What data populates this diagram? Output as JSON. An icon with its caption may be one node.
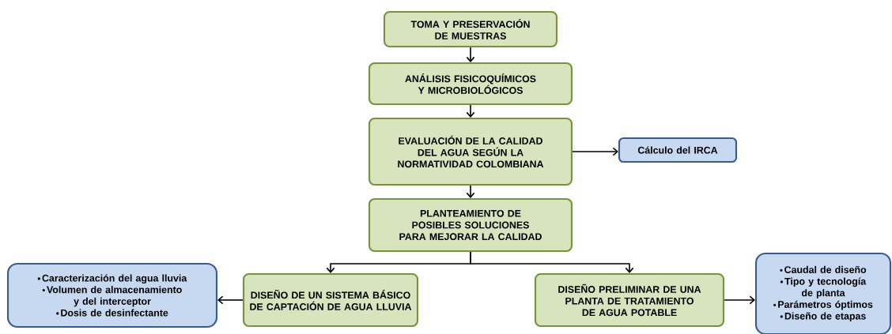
{
  "diagram": {
    "nodes": [
      {
        "text": [
          "TOMA Y PRESERVACIÓN DE MUESTRAS"
        ]
      },
      {
        "text": [
          "ANÁLISIS FISICOQUÍMICOS Y MICROBIOLÓGICOS"
        ]
      },
      {
        "text": [
          "EVALUACIÓN DE LA CALIDAD DEL AGUA SEGÚN LA NORMATIVIDAD COLOMBIANA"
        ]
      },
      {
        "text": [
          "Cálculo del IRCA"
        ]
      },
      {
        "text": [
          "PLANTEAMIENTO DE POSIBLES SOLUCIONES PARA MEJORAR LA CALIDAD"
        ]
      },
      {
        "text": [
          "DISEÑO DE UN SISTEMA BÁSICO DE CAPTACIÓN DE AGUA LLUVIA"
        ]
      },
      {
        "text": [
          "DISEÑO PRELIMINAR DE UNA PLANTA DE TRATAMIENTO DE AGUA POTABLE"
        ]
      },
      {
        "text": [
          "Caracterización del agua lluvia",
          "Volumen de almacenamiento y del interceptor",
          "Dosis de desinfectante"
        ]
      },
      {
        "text": [
          "Caudal de diseño",
          "Tipo y tecnología de planta",
          "Parámetros óptimos",
          "Diseño de etapas"
        ]
      }
    ],
    "edges": [
      {
        "from": 0,
        "to": 1,
        "arrow": "to"
      },
      {
        "from": 1,
        "to": 2,
        "arrow": "to"
      },
      {
        "from": 2,
        "to": 3,
        "arrow": "to"
      },
      {
        "from": 2,
        "to": 4,
        "arrow": "to"
      },
      {
        "from": 4,
        "to": 5,
        "arrow": "to"
      },
      {
        "from": 4,
        "to": 6,
        "arrow": "to"
      },
      {
        "from": 5,
        "to": 7,
        "arrow": "to"
      },
      {
        "from": 6,
        "to": 8,
        "arrow": "to"
      }
    ]
  }
}
